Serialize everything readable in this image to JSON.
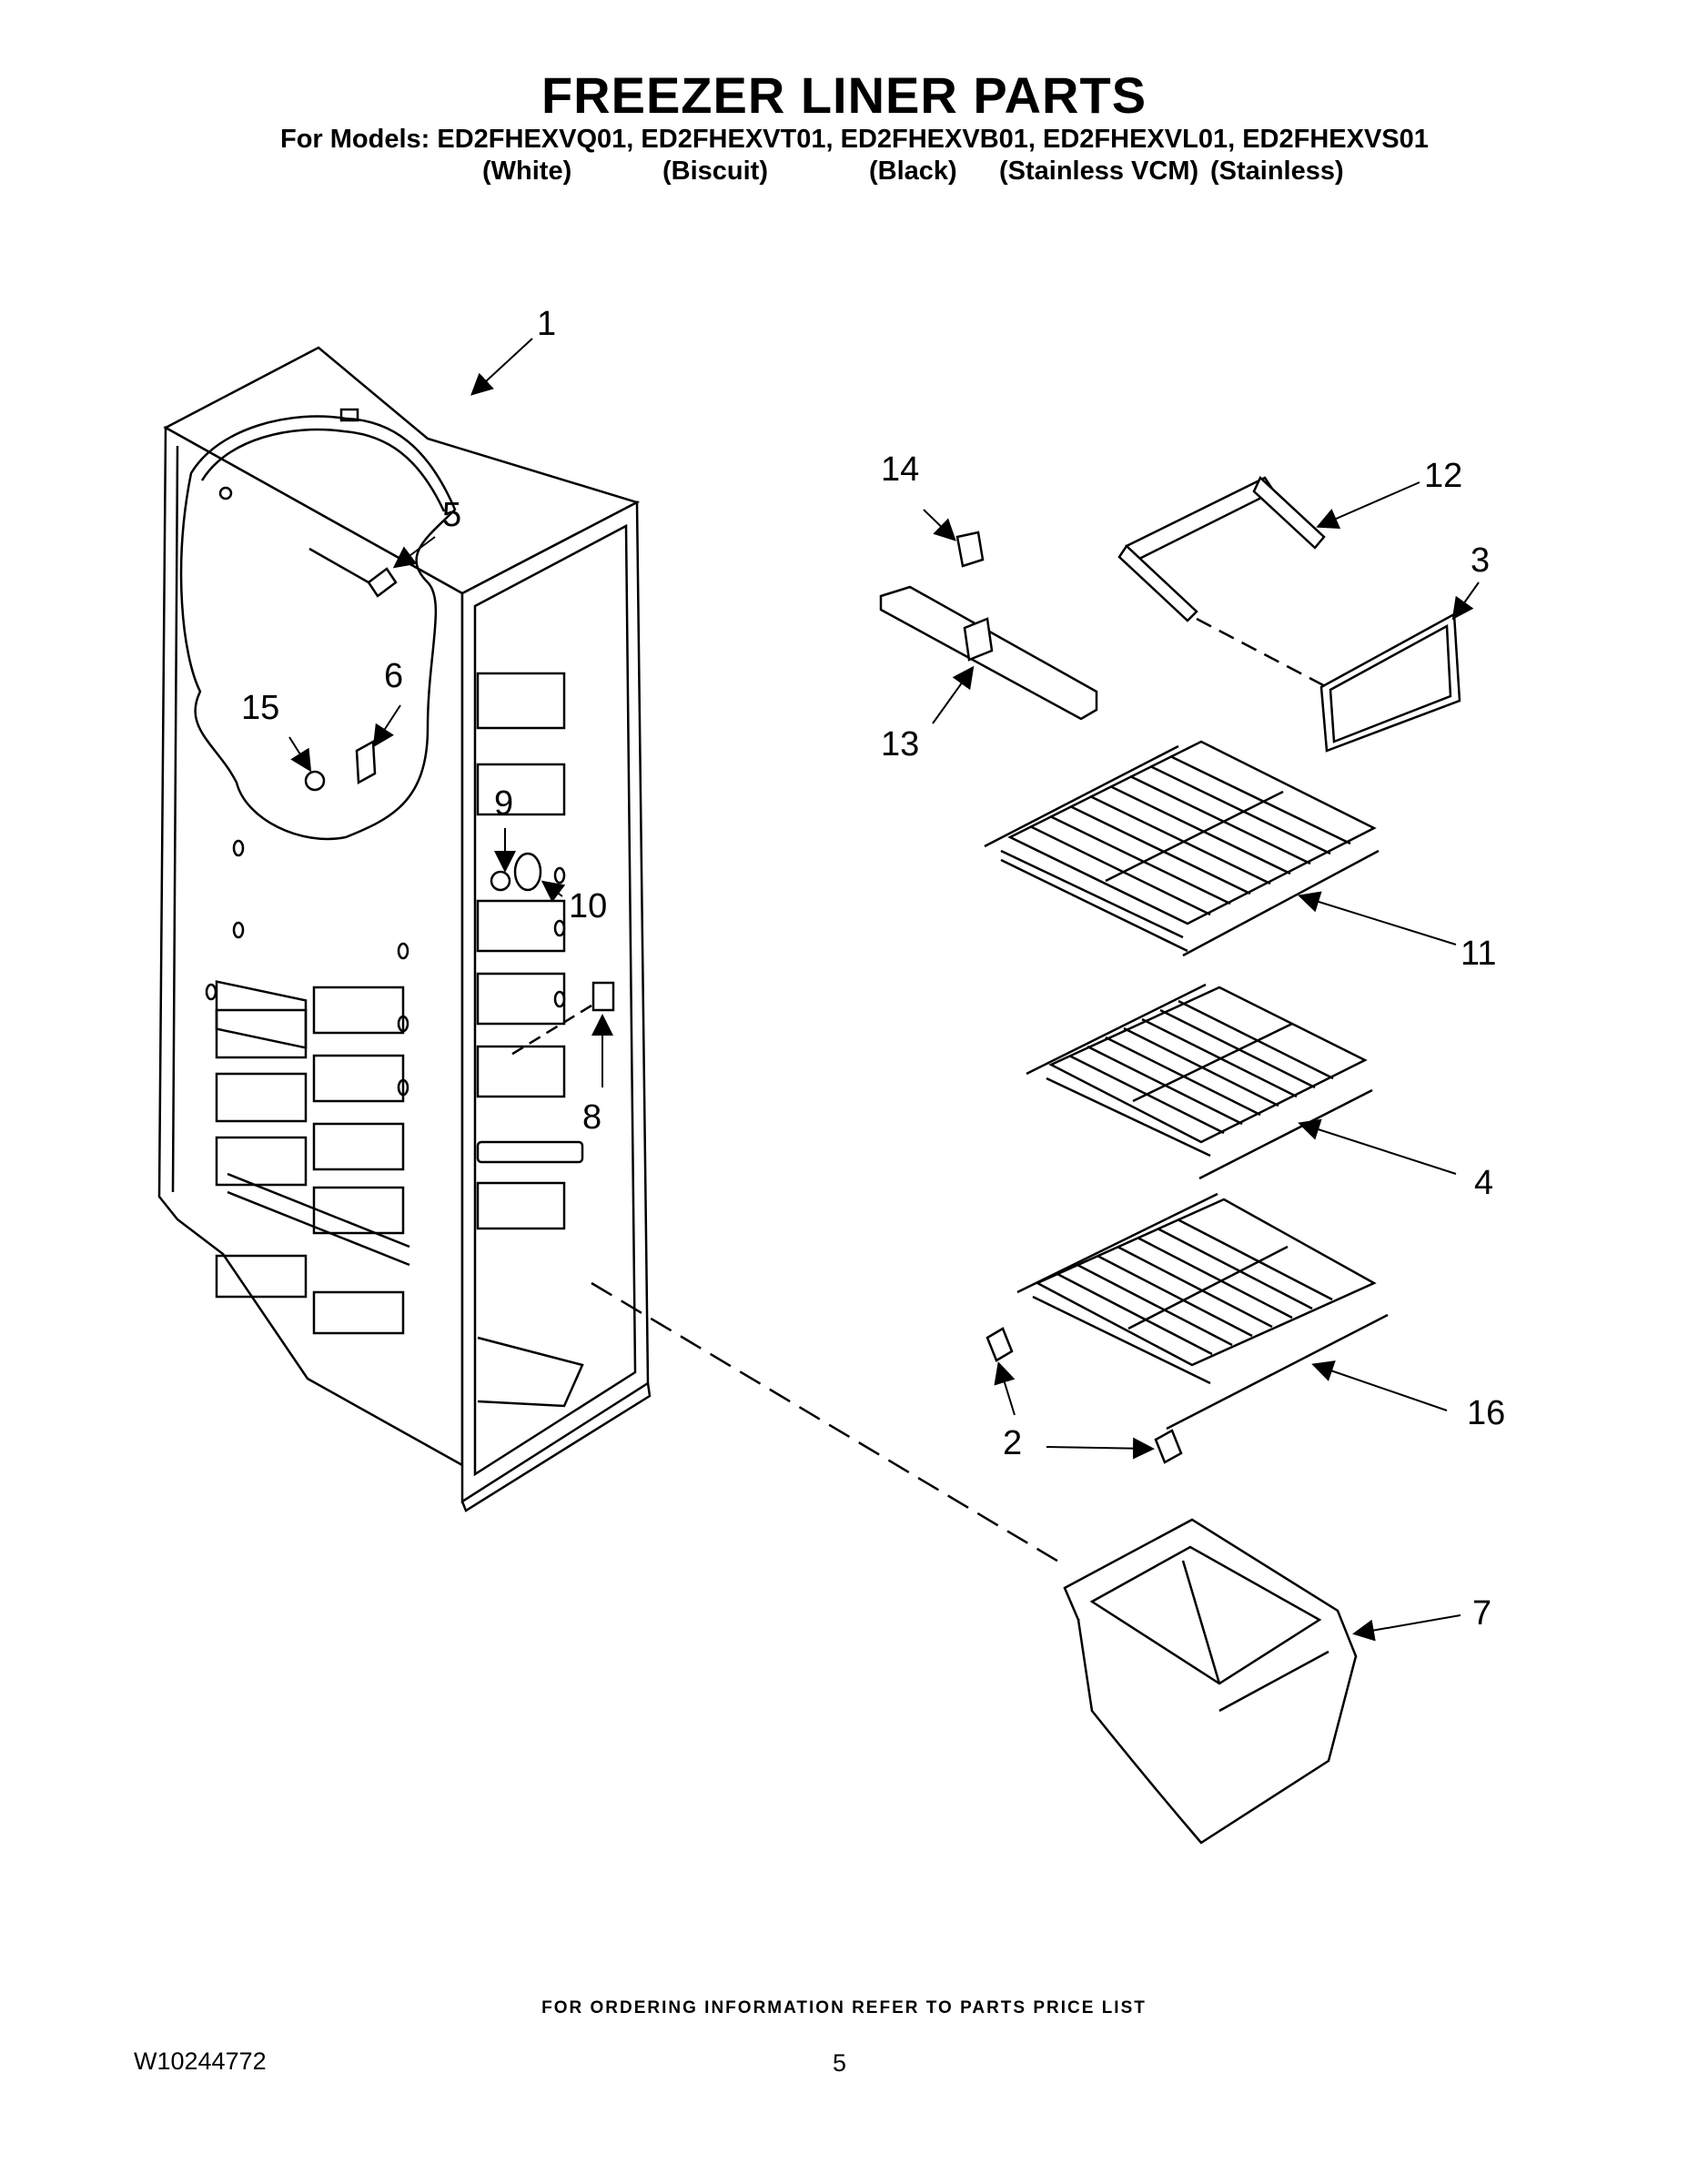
{
  "title": "FREEZER LINER PARTS",
  "models_line": "For Models: ED2FHEXVQ01, ED2FHEXVT01, ED2FHEXVB01, ED2FHEXVL01, ED2FHEXVS01",
  "colors": [
    "(White)",
    "(Biscuit)",
    "(Black)",
    "(Stainless VCM)",
    "(Stainless)"
  ],
  "callouts": {
    "c1": "1",
    "c2": "2",
    "c3": "3",
    "c4": "4",
    "c5": "5",
    "c6": "6",
    "c7": "7",
    "c8": "8",
    "c9": "9",
    "c10": "10",
    "c11": "11",
    "c12": "12",
    "c13": "13",
    "c14": "14",
    "c15": "15",
    "c16": "16"
  },
  "footer_note": "FOR ORDERING INFORMATION REFER TO PARTS PRICE LIST",
  "document_number": "W10244772",
  "page_number": "5"
}
